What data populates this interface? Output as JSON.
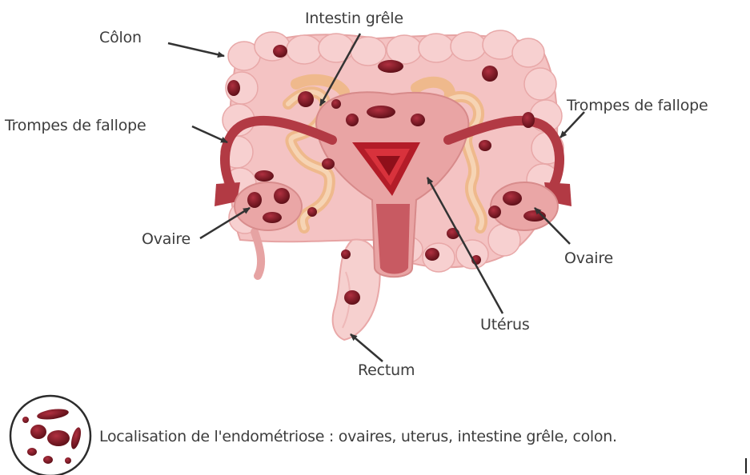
{
  "labels": {
    "colon": "Côlon",
    "small_intestine": "Intestin grêle",
    "fallopian_left": "Trompes de fallope",
    "fallopian_right": "Trompes de fallope",
    "ovary_left": "Ovaire",
    "ovary_right": "Ovaire",
    "uterus": "Utérus",
    "rectum": "Rectum"
  },
  "legend": {
    "icon": "endometriosis-lesions-icon",
    "text": "Localisation de l'endométriose : ovaires, uterus, intestine grêle, colon."
  },
  "colors": {
    "colon": "#f4c3c3",
    "intestine": "#f1c09a",
    "uterus": "#e49a9a",
    "tube": "#b23a44",
    "lesion": "#7a1a22",
    "rectum": "#f6d0cf"
  }
}
